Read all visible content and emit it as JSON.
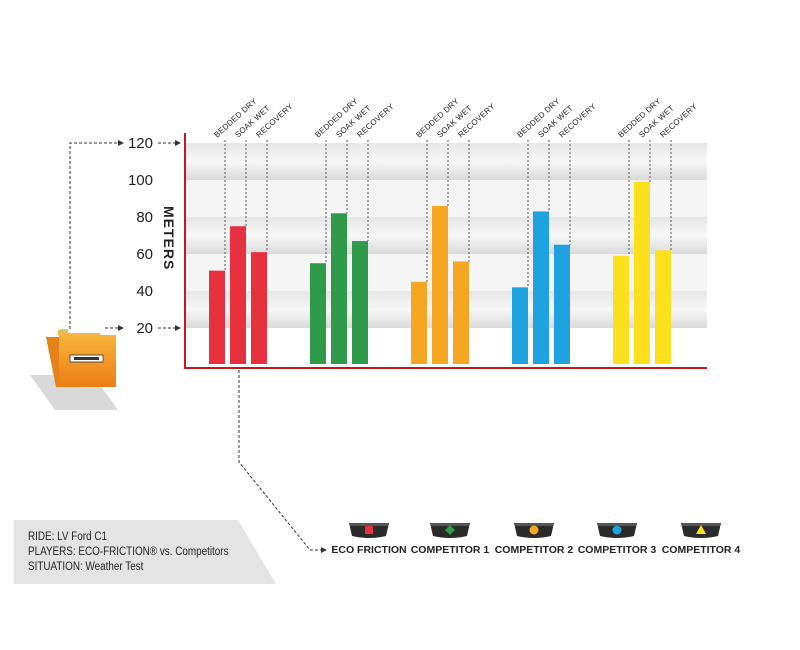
{
  "chart_data": {
    "type": "bar",
    "ylabel": "METERS",
    "yticks": [
      20,
      40,
      60,
      80,
      100,
      120
    ],
    "ylim": [
      0,
      120
    ],
    "bar_labels": [
      "BEDDED DRY",
      "SOAK WET",
      "RECOVERY"
    ],
    "groups": [
      {
        "name": "ECO FRICTION",
        "color": "#e8313f",
        "values": [
          51,
          75,
          61
        ]
      },
      {
        "name": "COMPETITOR 1",
        "color": "#2e9a4a",
        "values": [
          55,
          82,
          67
        ]
      },
      {
        "name": "COMPETITOR 2",
        "color": "#f5a623",
        "values": [
          45,
          86,
          56
        ]
      },
      {
        "name": "COMPETITOR 3",
        "color": "#1fa3e0",
        "values": [
          42,
          83,
          65
        ]
      },
      {
        "name": "COMPETITOR 4",
        "color": "#fde01d",
        "values": [
          59,
          99,
          62
        ]
      }
    ],
    "legend_icons": [
      "square",
      "diamond",
      "circle",
      "circle",
      "triangle"
    ],
    "icon_colors": [
      "#e8313f",
      "#2e9a4a",
      "#f5a623",
      "#1fa3e0",
      "#fde01d"
    ],
    "legend_placement": "bottom-right",
    "grid": true
  },
  "info": {
    "lines": [
      "RIDE: LV Ford C1",
      "PLAYERS: ECO-FRICTION® vs. Competitors",
      "SITUATION: Weather Test"
    ]
  },
  "colors": {
    "axis": "#c8171f",
    "folder": "#f39a1e",
    "band_light": "#f3f3f3",
    "band_dark": "#dcdcdc"
  }
}
